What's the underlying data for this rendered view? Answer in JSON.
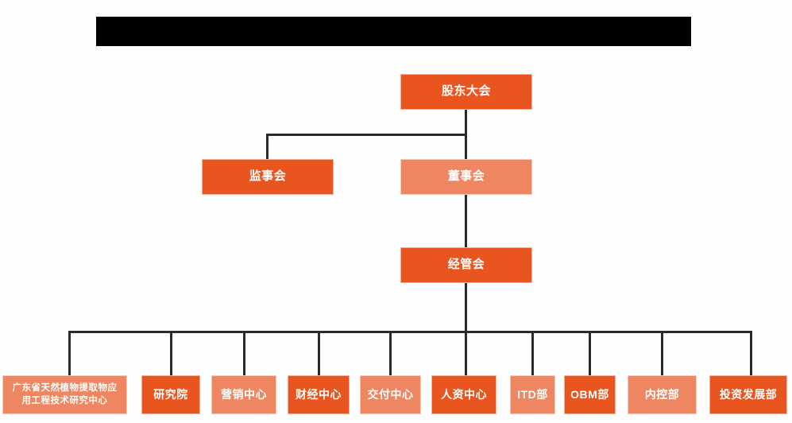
{
  "header": {
    "redacted_title_bar": {
      "label": "",
      "fill_color": "#000000",
      "state": "redacted"
    }
  },
  "palette": {
    "primary_orange": "#e8551f",
    "secondary_salmon": "#ee8761",
    "connector": "#2b2b2b",
    "text": "#ffffff",
    "background": "#fefefe"
  },
  "chart_data": {
    "type": "diagram",
    "subtype": "organization-chart",
    "title": "",
    "orientation": "top-down",
    "levels": [
      {
        "level": 1,
        "nodes": [
          {
            "id": "shareholders",
            "label": "股东大会",
            "style": "primary"
          }
        ]
      },
      {
        "level": 2,
        "nodes": [
          {
            "id": "supervisors",
            "label": "监事会",
            "style": "primary"
          },
          {
            "id": "directors",
            "label": "董事会",
            "style": "secondary"
          }
        ]
      },
      {
        "level": 3,
        "nodes": [
          {
            "id": "management",
            "label": "经管会",
            "style": "primary"
          }
        ]
      },
      {
        "level": 4,
        "nodes": [
          {
            "id": "dept-0",
            "label": "广东省天然植物提取物应用工程技术研究中心",
            "label_line1": "广东省天然植物提取物应",
            "label_line2": "用工程技术研究中心",
            "style": "secondary"
          },
          {
            "id": "dept-1",
            "label": "研究院",
            "style": "primary"
          },
          {
            "id": "dept-2",
            "label": "营销中心",
            "style": "secondary"
          },
          {
            "id": "dept-3",
            "label": "财经中心",
            "style": "primary"
          },
          {
            "id": "dept-4",
            "label": "交付中心",
            "style": "secondary"
          },
          {
            "id": "dept-5",
            "label": "人资中心",
            "style": "primary"
          },
          {
            "id": "dept-6",
            "label": "ITD部",
            "style": "secondary"
          },
          {
            "id": "dept-7",
            "label": "OBM部",
            "style": "primary"
          },
          {
            "id": "dept-8",
            "label": "内控部",
            "style": "secondary"
          },
          {
            "id": "dept-9",
            "label": "投资发展部",
            "style": "primary"
          }
        ]
      }
    ],
    "edges": [
      {
        "from": "shareholders",
        "to": "supervisors"
      },
      {
        "from": "shareholders",
        "to": "directors"
      },
      {
        "from": "directors",
        "to": "management"
      },
      {
        "from": "management",
        "to": "dept-0"
      },
      {
        "from": "management",
        "to": "dept-1"
      },
      {
        "from": "management",
        "to": "dept-2"
      },
      {
        "from": "management",
        "to": "dept-3"
      },
      {
        "from": "management",
        "to": "dept-4"
      },
      {
        "from": "management",
        "to": "dept-5"
      },
      {
        "from": "management",
        "to": "dept-6"
      },
      {
        "from": "management",
        "to": "dept-7"
      },
      {
        "from": "management",
        "to": "dept-8"
      },
      {
        "from": "management",
        "to": "dept-9"
      }
    ]
  }
}
